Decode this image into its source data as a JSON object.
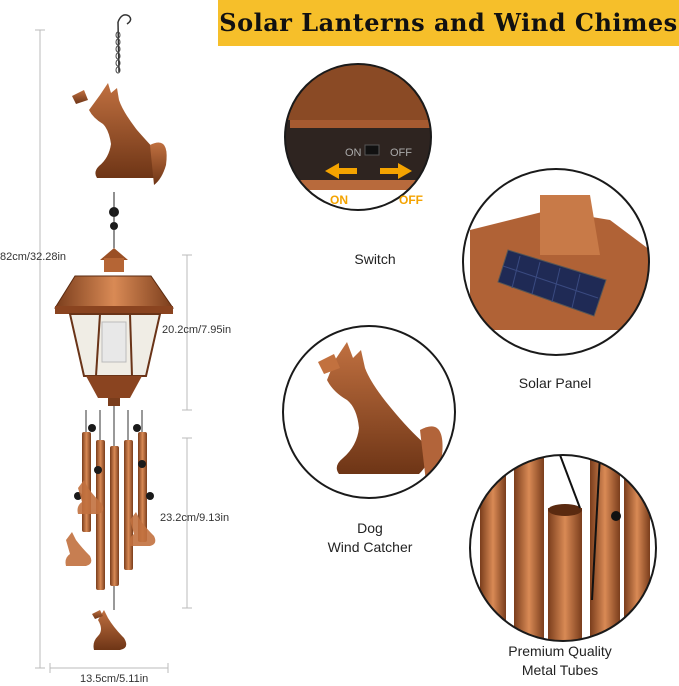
{
  "banner": {
    "title": "Solar Lanterns and Wind Chimes",
    "color": "#f6bf2a"
  },
  "dimensions": {
    "total_height": "82cm/32.28in",
    "lantern_height": "20.2cm/7.95in",
    "tubes_height": "23.2cm/9.13in",
    "width": "13.5cm/5.11in"
  },
  "features": {
    "switch": {
      "label": "Switch",
      "on_text": "ON",
      "off_text": "OFF",
      "on_arrow": "ON",
      "off_arrow": "OFF"
    },
    "solar_panel": {
      "label": "Solar Panel"
    },
    "dog": {
      "label_line1": "Dog",
      "label_line2": "Wind Catcher"
    },
    "tubes": {
      "label_line1": "Premium Quality",
      "label_line2": "Metal Tubes"
    }
  },
  "colors": {
    "copper": "#b2643a",
    "copper_dark": "#7a3d1c",
    "copper_light": "#d98a55",
    "arrow": "#f4a300"
  }
}
